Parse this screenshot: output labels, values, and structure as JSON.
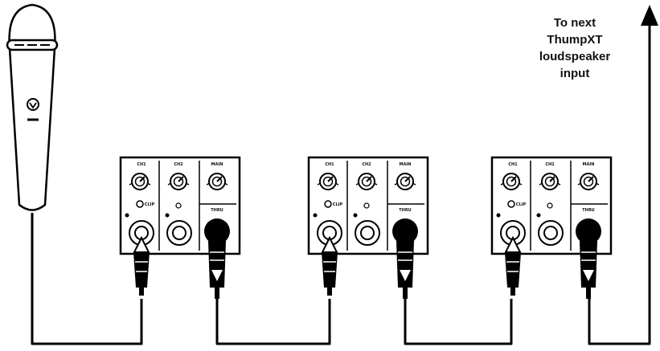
{
  "caption": {
    "lines": [
      "To next",
      "ThumpXT",
      "loudspeaker",
      "input"
    ]
  },
  "panel": {
    "ch1": "CH1",
    "ch2": "CH2",
    "main": "MAIN",
    "thru": "THRU",
    "clip": "CLIP"
  },
  "speaker_count": 3
}
